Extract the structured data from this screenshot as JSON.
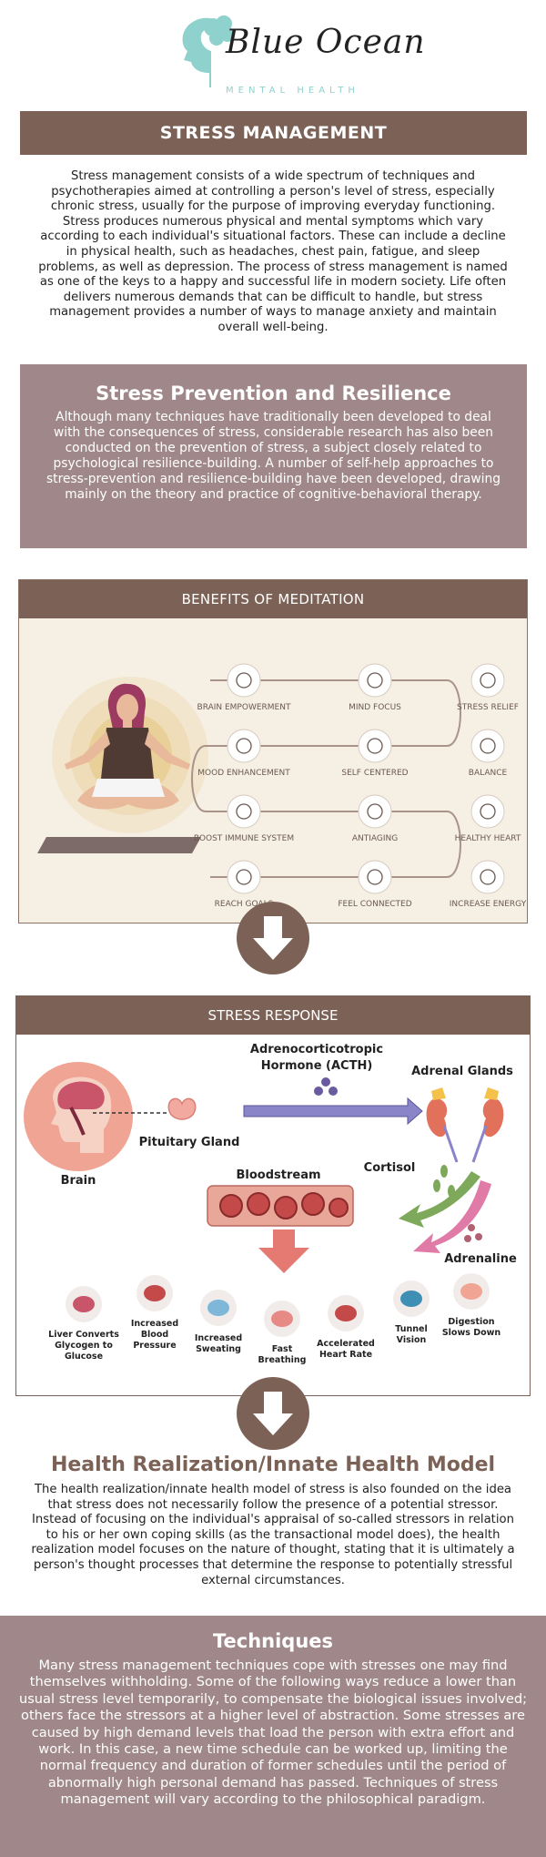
{
  "logo": {
    "title": "Blue Ocean",
    "subtitle": "MENTAL HEALTH"
  },
  "section1": {
    "banner": "STRESS MANAGEMENT",
    "text": "Stress management consists of a wide spectrum of techniques and psychotherapies aimed at controlling a person's level of stress, especially chronic stress, usually for the purpose of improving everyday functioning. Stress produces numerous physical and mental symptoms which vary according to each individual's situational factors. These can include a decline in physical health, such as headaches, chest pain, fatigue, and sleep problems, as well as depression. The process of stress management is named as one of the keys to a happy and successful life in modern society. Life often delivers numerous demands that can be difficult to handle, but stress management provides a number of ways to manage anxiety and maintain overall well-being."
  },
  "prevention": {
    "title": "Stress Prevention and Resilience",
    "text": "Although many techniques have traditionally been developed to deal with the consequences of stress, considerable research has also been conducted on the prevention of stress, a subject closely related to psychological resilience-building. A number of self-help approaches to stress-prevention and resilience-building have been developed, drawing mainly on the theory and practice of cognitive-behavioral therapy."
  },
  "meditation": {
    "header": "BENEFITS OF MEDITATION",
    "benefits": [
      {
        "label": "BRAIN EMPOWERMENT",
        "icon": "brain-icon"
      },
      {
        "label": "MIND FOCUS",
        "icon": "focus-icon"
      },
      {
        "label": "STRESS RELIEF",
        "icon": "lotus-icon"
      },
      {
        "label": "MOOD ENHANCEMENT",
        "icon": "thumbs-up-icon"
      },
      {
        "label": "SELF CENTERED",
        "icon": "person-icon"
      },
      {
        "label": "BALANCE",
        "icon": "scale-icon"
      },
      {
        "label": "BOOST IMMUNE SYSTEM",
        "icon": "shield-icon"
      },
      {
        "label": "ANTIAGING",
        "icon": "hourglass-icon"
      },
      {
        "label": "HEALTHY HEART",
        "icon": "heart-icon"
      },
      {
        "label": "REACH GOALS",
        "icon": "target-icon"
      },
      {
        "label": "FEEL CONNECTED",
        "icon": "people-icon"
      },
      {
        "label": "INCREASE ENERGY",
        "icon": "battery-icon"
      }
    ]
  },
  "stress_response": {
    "header": "STRESS RESPONSE",
    "acth": [
      "Adrenocorticotropic",
      "Hormone (ACTH)"
    ],
    "adrenal": "Adrenal Glands",
    "pituitary": "Pituitary Gland",
    "brain": "Brain",
    "cortisol": "Cortisol",
    "bloodstream": "Bloodstream",
    "adrenaline": "Adrenaline",
    "effects": [
      {
        "lines": [
          "Liver Converts",
          "Glycogen to",
          "Glucose"
        ],
        "icon": "liver-icon"
      },
      {
        "lines": [
          "Increased",
          "Blood",
          "Pressure"
        ],
        "icon": "blood-drop-icon"
      },
      {
        "lines": [
          "Increased",
          "Sweating"
        ],
        "icon": "sweat-icon"
      },
      {
        "lines": [
          "Fast",
          "Breathing"
        ],
        "icon": "lungs-icon"
      },
      {
        "lines": [
          "Accelerated",
          "Heart Rate"
        ],
        "icon": "heart-organ-icon"
      },
      {
        "lines": [
          "Tunnel",
          "Vision"
        ],
        "icon": "eye-icon"
      },
      {
        "lines": [
          "Digestion",
          "Slows Down"
        ],
        "icon": "stomach-icon"
      }
    ]
  },
  "health_model": {
    "title": "Health Realization/Innate Health Model",
    "text": "The health realization/innate health model of stress is also founded on the idea that stress does not necessarily follow the presence of a potential stressor. Instead of focusing on the individual's appraisal of so-called stressors in relation to his or her own coping skills (as the transactional model does), the health realization model focuses on the nature of thought, stating that it is ultimately a person's thought processes that determine the response to potentially stressful external circumstances."
  },
  "techniques": {
    "title": "Techniques",
    "text": "Many stress management techniques cope with stresses one may find themselves withholding. Some of the following ways reduce a lower than usual stress level temporarily, to compensate the biological issues involved; others face the stressors at a higher level of abstraction. Some stresses are caused by high demand levels that load the person with extra effort and work. In this case, a new time schedule can be worked up, limiting the normal frequency and duration of former schedules until the period of abnormally high personal demand has passed. Techniques of stress management will vary according to the philosophical paradigm."
  },
  "colors": {
    "brown": "#7c6256",
    "mauve": "#a0888a",
    "teal": "#8fd1cd",
    "cream": "#f6efe4"
  }
}
